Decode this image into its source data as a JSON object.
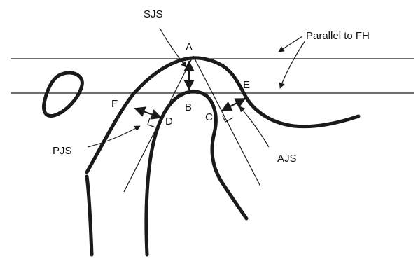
{
  "labels": {
    "sjs": "SJS",
    "a": "A",
    "b": "B",
    "c": "C",
    "d": "D",
    "e": "E",
    "f": "F",
    "pjs": "PJS",
    "ajs": "AJS",
    "parallel": "Parallel to FH"
  }
}
